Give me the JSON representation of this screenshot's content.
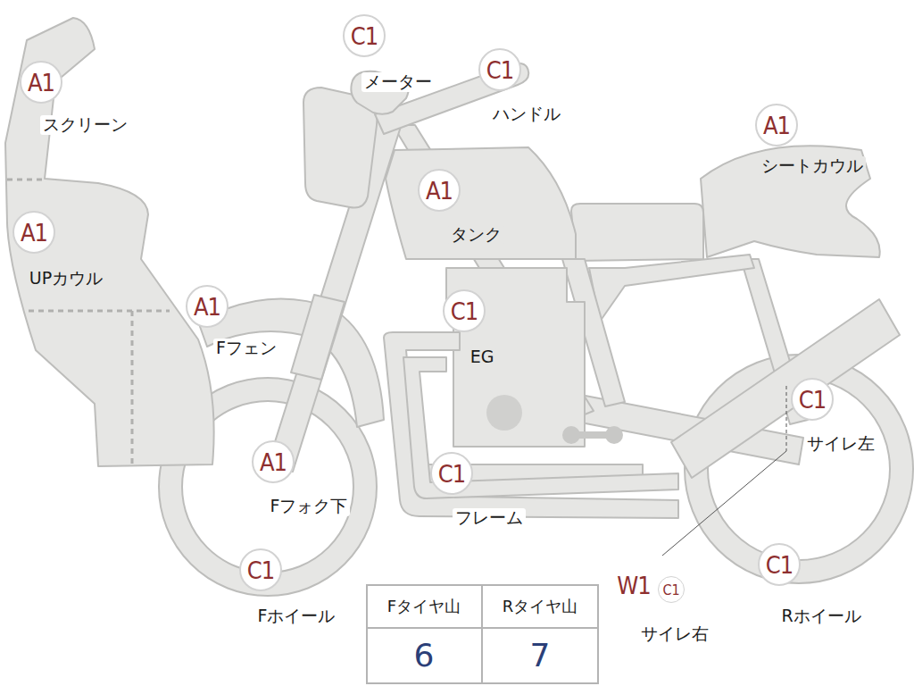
{
  "diagram": {
    "labels": [
      "C1",
      "メーター",
      "C1",
      "ハンドル",
      "A1",
      "スクリーン",
      "A1",
      "シートカウル",
      "A1",
      "タンク",
      "A1",
      "UPカウル",
      "C1",
      "EG",
      "A1",
      "Fフェン",
      "C1",
      "サイレ左",
      "A1",
      "Fフォク下",
      "C1",
      "フレーム",
      "C1",
      "Fホイール",
      "C1",
      "Rホイール",
      "W1",
      "C1",
      "サイレ右",
      "Fタイヤ山",
      "Rタイヤ山",
      "6",
      "7"
    ]
  }
}
